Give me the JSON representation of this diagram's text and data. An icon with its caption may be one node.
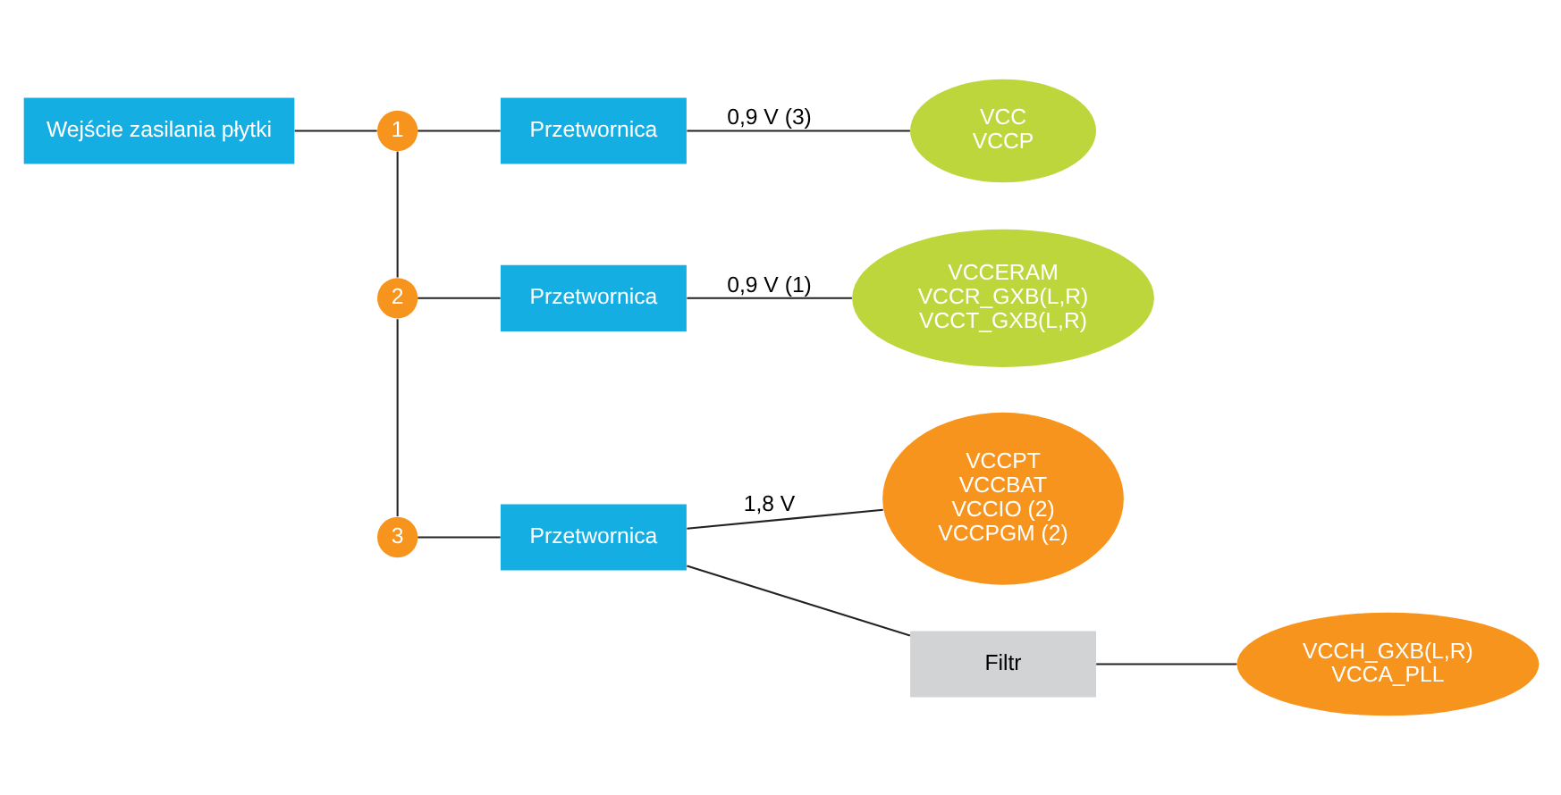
{
  "diagram": {
    "nodes": [
      {
        "text": [
          "Wejście zasilania płytki"
        ]
      },
      {
        "text": [
          "1"
        ]
      },
      {
        "text": [
          "Przetwornica"
        ]
      },
      {
        "text": [
          "VCC",
          "VCCP"
        ]
      },
      {
        "text": [
          "2"
        ]
      },
      {
        "text": [
          "Przetwornica"
        ]
      },
      {
        "text": [
          "VCCERAM",
          "VCCR_GXB(L,R)",
          "VCCT_GXB(L,R)"
        ]
      },
      {
        "text": [
          "3"
        ]
      },
      {
        "text": [
          "Przetwornica"
        ]
      },
      {
        "text": [
          "VCCPT",
          "VCCBAT",
          "VCCIO (2)",
          "VCCPGM (2)"
        ]
      },
      {
        "text": [
          "Filtr"
        ]
      },
      {
        "text": [
          "VCCH_GXB(L,R)",
          "VCCA_PLL"
        ]
      }
    ],
    "edges": [
      {
        "from": 0,
        "to": 1,
        "arrow": "none"
      },
      {
        "from": 1,
        "to": 2,
        "arrow": "none"
      },
      {
        "from": 2,
        "to": 3,
        "arrow": "none",
        "label": "0,9 V (3)"
      },
      {
        "from": 1,
        "to": 4,
        "arrow": "none"
      },
      {
        "from": 4,
        "to": 5,
        "arrow": "none"
      },
      {
        "from": 5,
        "to": 6,
        "arrow": "none",
        "label": "0,9 V (1)"
      },
      {
        "from": 4,
        "to": 7,
        "arrow": "none"
      },
      {
        "from": 7,
        "to": 8,
        "arrow": "none"
      },
      {
        "from": 8,
        "to": 9,
        "arrow": "none",
        "label": "1,8 V"
      },
      {
        "from": 8,
        "to": 10,
        "arrow": "none"
      },
      {
        "from": 10,
        "to": 11,
        "arrow": "none"
      }
    ]
  }
}
